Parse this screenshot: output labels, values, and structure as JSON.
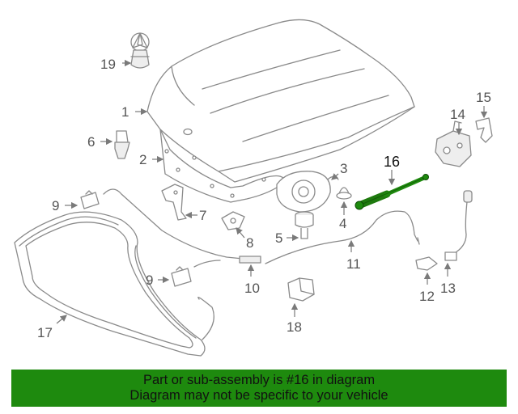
{
  "callouts": {
    "c1": "1",
    "c2": "2",
    "c3": "3",
    "c4": "4",
    "c5": "5",
    "c6": "6",
    "c7": "7",
    "c8": "8",
    "c9a": "9",
    "c9b": "9",
    "c10": "10",
    "c11": "11",
    "c12": "12",
    "c13": "13",
    "c14": "14",
    "c15": "15",
    "c16": "16",
    "c17": "17",
    "c18": "18",
    "c19": "19"
  },
  "highlight": {
    "part": "16",
    "color": "#1e8a0e"
  },
  "banner": {
    "line1": "Part or sub-assembly is #16 in diagram",
    "line2": "Diagram may not be specific to your vehicle",
    "background": "#1e8a0e"
  }
}
